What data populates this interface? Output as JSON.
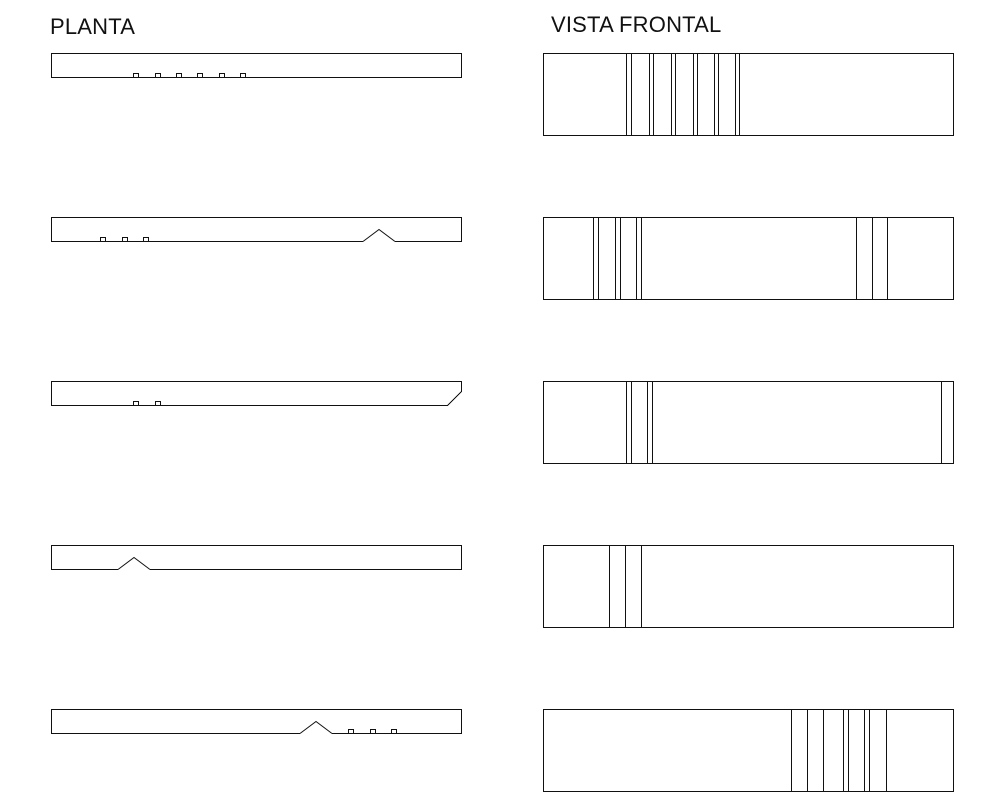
{
  "titles": {
    "planta": "PLANTA",
    "frontal": "VISTA FRONTAL"
  },
  "panels": [
    {
      "plan_features": [
        {
          "type": "notch",
          "at": 136
        },
        {
          "type": "notch",
          "at": 158
        },
        {
          "type": "notch",
          "at": 179
        },
        {
          "type": "notch",
          "at": 200
        },
        {
          "type": "notch",
          "at": 222
        },
        {
          "type": "notch",
          "at": 243
        }
      ],
      "plan_corner_chamfer": false,
      "front_lines": [
        626,
        631,
        649,
        653,
        671,
        675,
        693,
        697,
        714,
        718,
        735,
        739
      ]
    },
    {
      "plan_features": [
        {
          "type": "notch",
          "at": 103
        },
        {
          "type": "notch",
          "at": 125
        },
        {
          "type": "notch",
          "at": 146
        },
        {
          "type": "v",
          "at": 379
        }
      ],
      "plan_corner_chamfer": false,
      "front_lines": [
        593,
        598,
        615,
        620,
        636,
        641,
        856,
        872,
        887
      ]
    },
    {
      "plan_features": [
        {
          "type": "notch",
          "at": 136
        },
        {
          "type": "notch",
          "at": 158
        }
      ],
      "plan_corner_chamfer": true,
      "front_lines": [
        626,
        631,
        647,
        652,
        941
      ]
    },
    {
      "plan_features": [
        {
          "type": "v",
          "at": 134
        }
      ],
      "plan_corner_chamfer": false,
      "front_lines": [
        609,
        625,
        641
      ]
    },
    {
      "plan_features": [
        {
          "type": "v",
          "at": 316
        },
        {
          "type": "notch",
          "at": 351
        },
        {
          "type": "notch",
          "at": 373
        },
        {
          "type": "notch",
          "at": 394
        }
      ],
      "plan_corner_chamfer": false,
      "front_lines": [
        791,
        807,
        823,
        843,
        848,
        864,
        869,
        886
      ]
    }
  ]
}
